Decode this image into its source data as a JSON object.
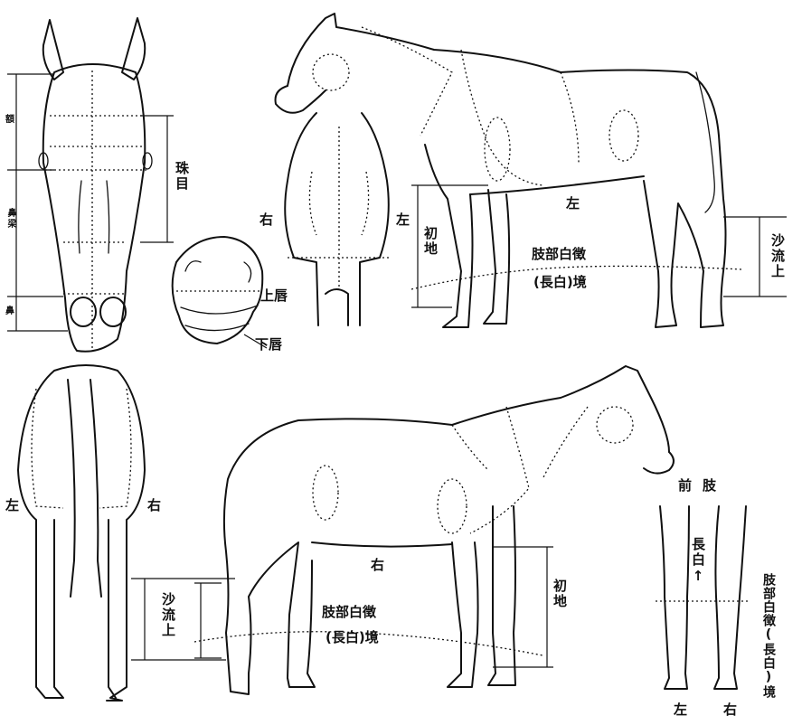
{
  "head_front": {
    "forehead": "額",
    "nose_bridge": "鼻梁",
    "nose": "鼻",
    "eye_line": "珠目"
  },
  "muzzle": {
    "upper_lip": "上唇",
    "lower_lip": "下唇"
  },
  "front_view": {
    "right": "右",
    "left": "左"
  },
  "left_side_view": {
    "side": "左",
    "lower_leg": "初地",
    "limb_marking_line1": "肢部白徴",
    "limb_marking_line2": "(長白)境",
    "tail_mark": "沙流上"
  },
  "rear_view": {
    "left": "左",
    "right": "右"
  },
  "right_side_view": {
    "side": "右",
    "tail_mark": "沙流上",
    "lower_leg": "初地",
    "limb_marking_line1": "肢部白徴",
    "limb_marking_line2": "(長白)境"
  },
  "forelimbs_detail": {
    "title": "前肢",
    "long_white": "長白↑",
    "left": "左",
    "right": "右",
    "boundary": "肢部白徴(長白)境"
  }
}
